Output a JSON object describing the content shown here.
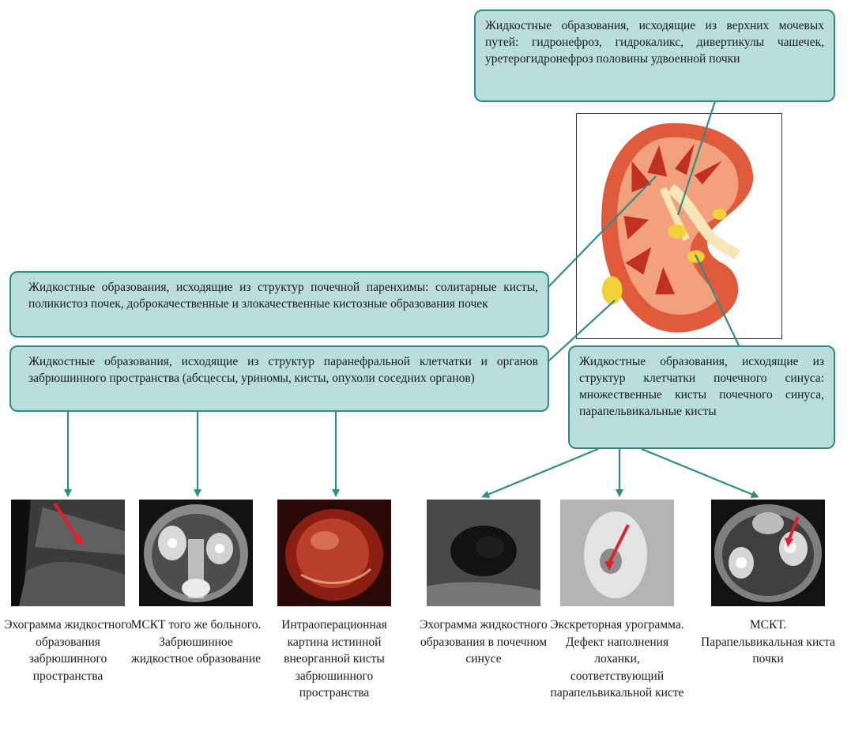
{
  "callouts": {
    "upper_tract": "Жидкостные образования, исходящие из верхних мочевых путей: гидронефроз, гидрокаликс, дивертикулы чашечек, уретерогидронефроз половины удвоенной почки",
    "parenchyma": "Жидкостные образования, исходящие из структур почечной паренхимы: солитарные кисты, поликистоз почек, доброкачественные и злокачественные кистозные образования почек",
    "paranephral": "Жидкостные образования, исходящие из структур паранефральной клетчатки и органов забрюшинного пространства (абсцессы, уриномы, кисты, опухоли соседних органов)",
    "renal_sinus": "Жидкостные образования, исходящие из структур клетчатки почечного синуса: множественные кисты почечного синуса, парапельвикальные кисты"
  },
  "images": [
    {
      "icon": "ultrasound-image",
      "caption": "Эхограмма жидкостного образования забрюшинного пространства"
    },
    {
      "icon": "ct-scan-image",
      "caption": "МСКТ того же больного. Забрюшинное жидкостное образование"
    },
    {
      "icon": "surgical-photo",
      "caption": "Интраоперационная картина истинной внеорганной кисты забрюшинного пространства"
    },
    {
      "icon": "ultrasound-image",
      "caption": "Эхограмма жидкостного образования в почечном синусе"
    },
    {
      "icon": "urography-image",
      "caption": "Экскреторная урограмма. Дефект наполнения лоханки, соответствующий парапельвикальной кисте"
    },
    {
      "icon": "ct-scan-image",
      "caption": "МСКТ. Парапельвикальная киста почки"
    }
  ],
  "colors": {
    "callout_fill": "#b9dedb",
    "callout_border": "#2e8c88",
    "arrow": "#2e8c88",
    "marker": "#e0202a"
  }
}
